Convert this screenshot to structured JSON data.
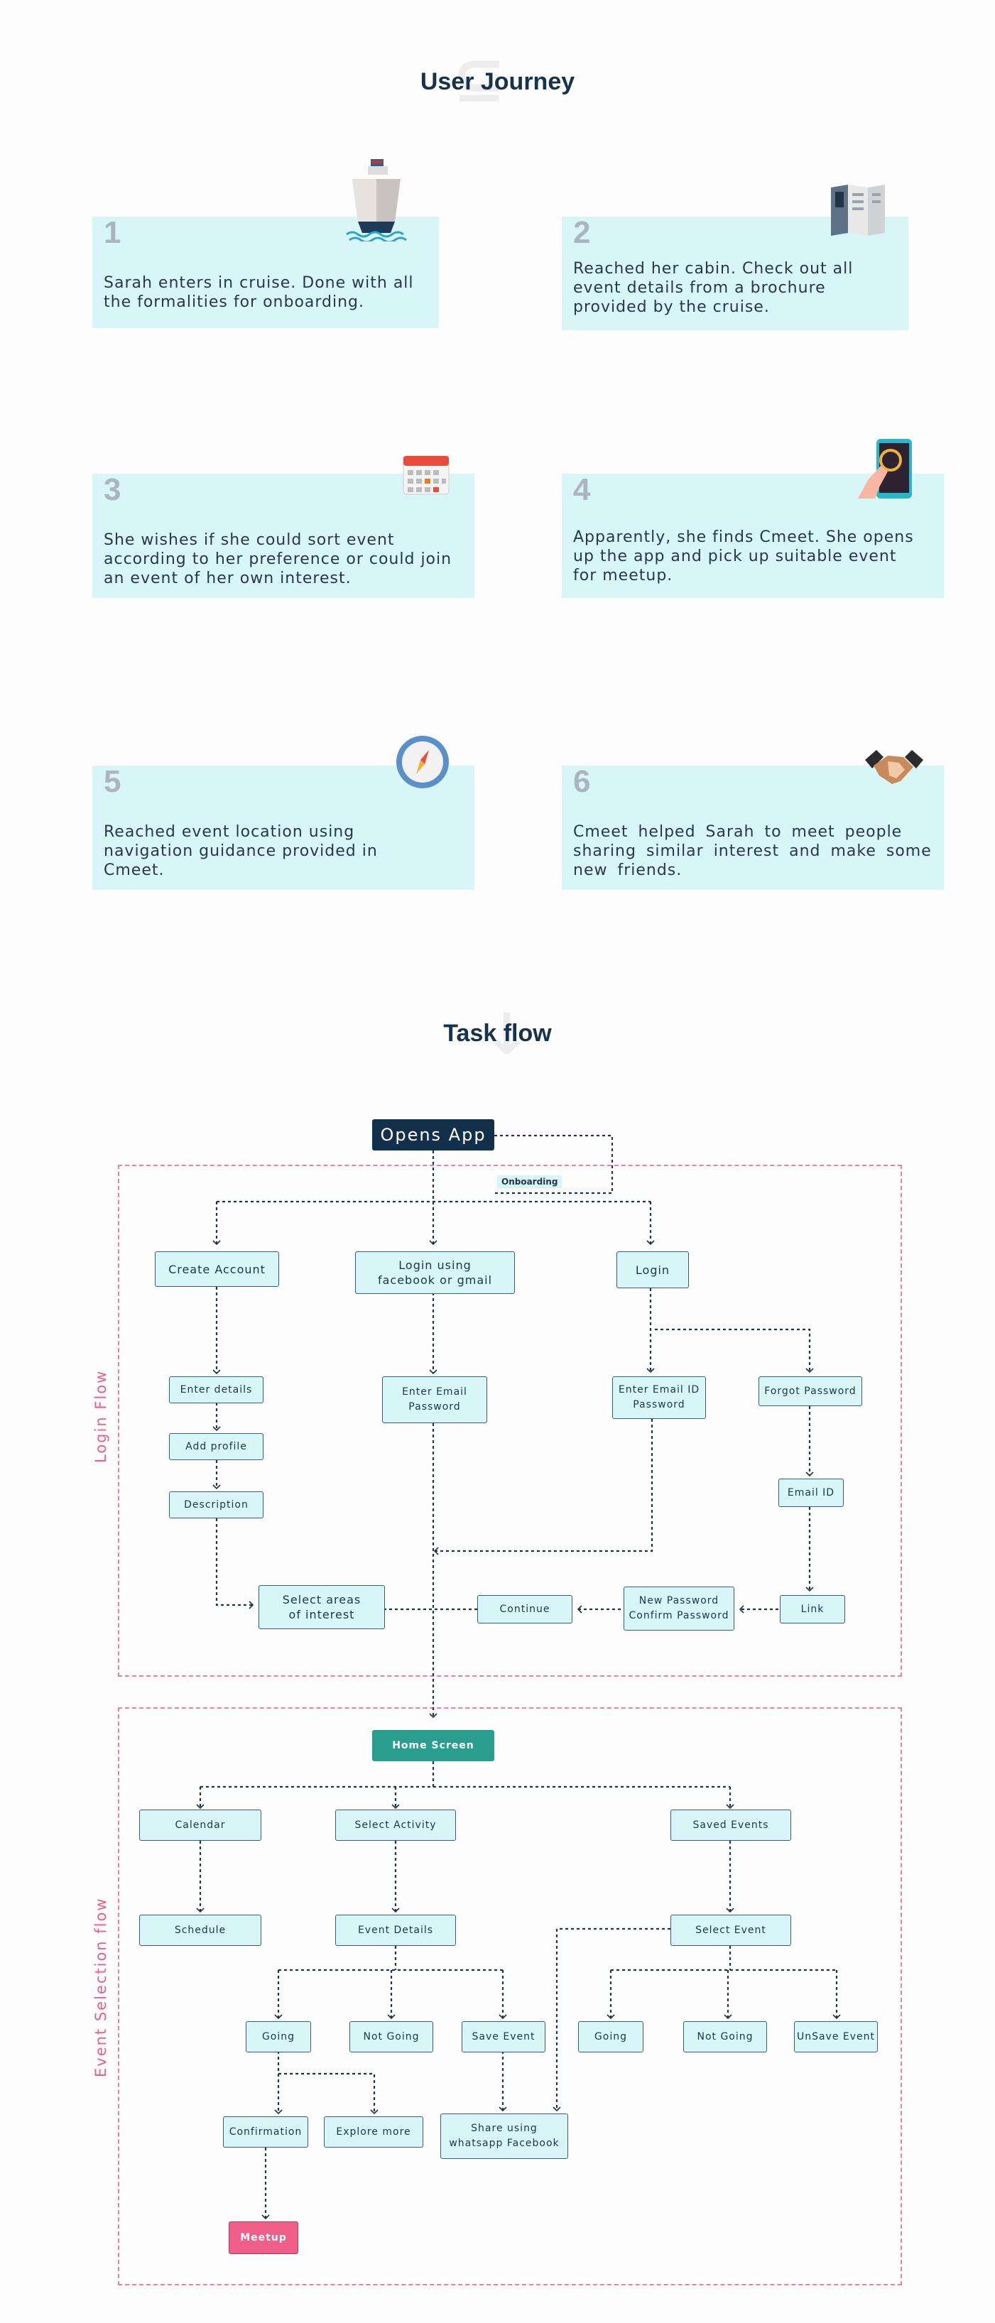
{
  "journey": {
    "title": "User Journey",
    "steps": [
      {
        "num": "1",
        "text": "Sarah enters in cruise. Done with all the formalities for onboarding.",
        "icon": "cruise-ship-icon"
      },
      {
        "num": "2",
        "text": "Reached her cabin. Check out all event details from a brochure provided by the cruise.",
        "icon": "brochure-icon"
      },
      {
        "num": "3",
        "text": "She wishes if she could sort event according to her preference or could join an event of her own interest.",
        "icon": "calendar-icon"
      },
      {
        "num": "4",
        "text": "Apparently, she finds Cmeet. She opens up the  app and pick up suitable event for meetup.",
        "icon": "phone-tap-icon"
      },
      {
        "num": "5",
        "text": "Reached event location using navigation guidance provided in Cmeet.",
        "icon": "compass-icon"
      },
      {
        "num": "6",
        "text": "Cmeet helped Sarah to meet people sharing similar interest and make some new friends.",
        "icon": "handshake-icon"
      }
    ]
  },
  "taskflow": {
    "title": "Task flow",
    "login_flow_label": "Login Flow",
    "event_flow_label": "Event Selection flow",
    "onboarding_tag": "Onboarding",
    "nodes": {
      "opens_app": "Opens App",
      "create_account": "Create Account",
      "login_social": "Login using\nfacebook or gmail",
      "login": "Login",
      "enter_details": "Enter details",
      "add_profile": "Add profile",
      "description": "Description",
      "enter_email_password": "Enter Email\nPassword",
      "enter_email_id_password": "Enter Email ID\nPassword",
      "forgot_password": "Forgot Password",
      "email_id": "Email ID",
      "select_areas": "Select areas\nof interest",
      "continue": "Continue",
      "new_password": "New Password\nConfirm Password",
      "link": "Link",
      "home_screen": "Home Screen",
      "calendar": "Calendar",
      "select_activity": "Select Activity",
      "saved_events": "Saved Events",
      "schedule": "Schedule",
      "event_details": "Event Details",
      "select_event": "Select Event",
      "going_a": "Going",
      "not_going_a": "Not Going",
      "save_event": "Save Event",
      "going_b": "Going",
      "not_going_b": "Not Going",
      "unsave_event": "UnSave Event",
      "confirmation": "Confirmation",
      "explore_more": "Explore more",
      "share_whatsapp": "Share using\nwhatsapp Facebook",
      "meetup": "Meetup"
    }
  },
  "colors": {
    "card_bg": "#d8f6f8",
    "title": "#17324a",
    "dark_node": "#12304a",
    "teal_node": "#2a9d8f",
    "pink_node": "#ef5f8a",
    "region_border": "#ef7f9c"
  }
}
